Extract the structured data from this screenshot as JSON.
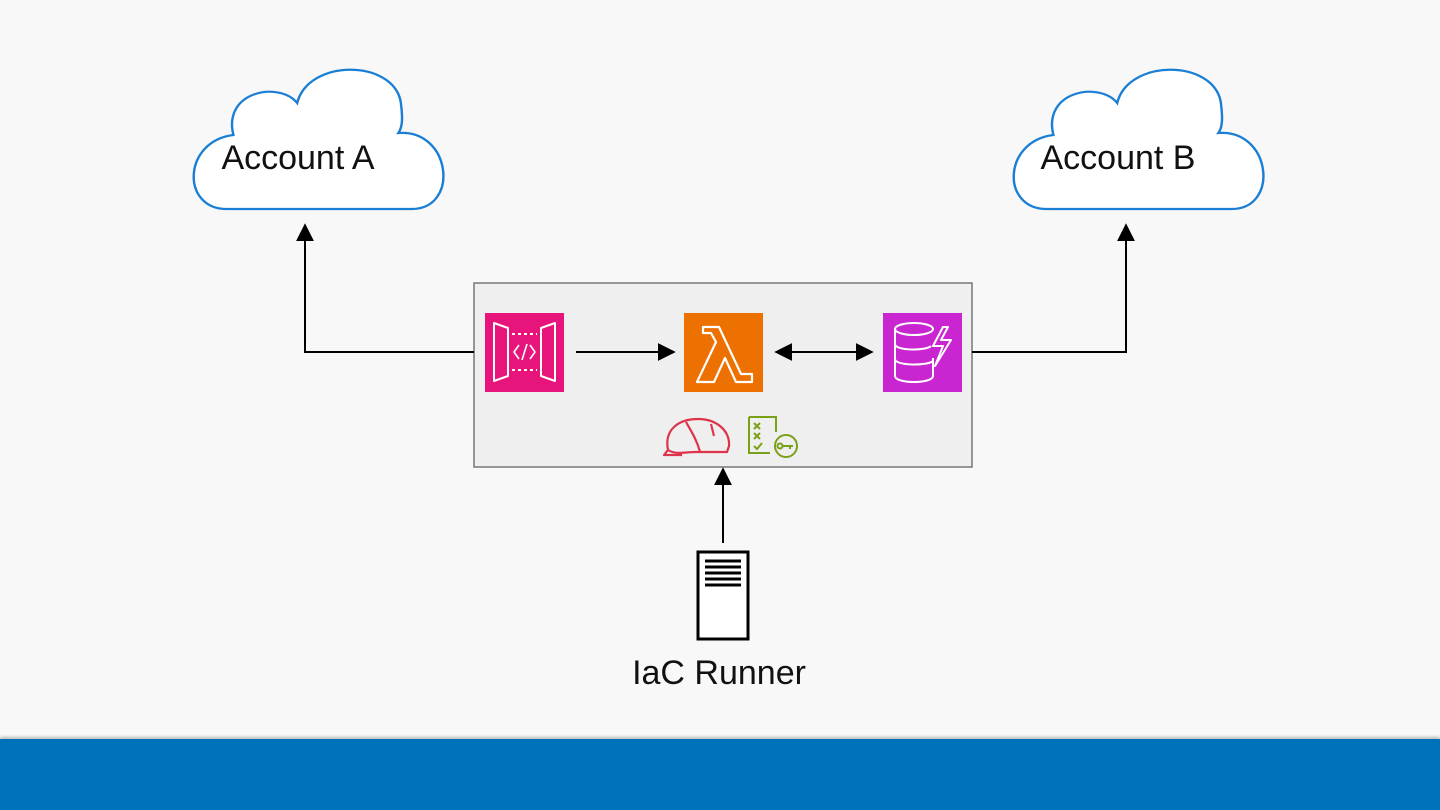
{
  "nodes": {
    "account_a": {
      "label": "Account A"
    },
    "account_b": {
      "label": "Account B"
    },
    "runner": {
      "label": "IaC Runner"
    }
  },
  "icons": {
    "api_gateway": {
      "name": "api-gateway-icon",
      "color": "#e7157b"
    },
    "lambda": {
      "name": "lambda-icon",
      "color": "#ed7100"
    },
    "dynamodb": {
      "name": "dynamodb-icon",
      "color": "#c925d1"
    },
    "helmet": {
      "name": "hard-hat-icon",
      "color": "#dd344c"
    },
    "permissions": {
      "name": "policy-key-icon",
      "color": "#7aa116"
    },
    "server": {
      "name": "server-icon",
      "color": "#000000"
    }
  },
  "colors": {
    "cloud_stroke": "#1a7fd4",
    "footer": "#0072bc",
    "container_fill": "#efefef",
    "container_stroke": "#777777"
  }
}
